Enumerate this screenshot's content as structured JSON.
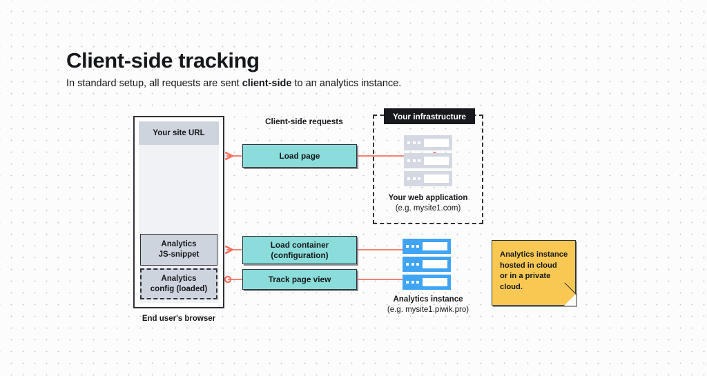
{
  "page": {
    "title": "Client-side tracking",
    "subtitle_prefix": "In standard setup, all requests are sent ",
    "subtitle_emphasis": "client-side",
    "subtitle_suffix": " to an analytics instance."
  },
  "colors": {
    "background": "#fcfcfc",
    "dot_grid": "#c9c9c9",
    "ink": "#15171a",
    "teal_box": "#8bdddb",
    "arrow_red": "#f4705f",
    "server_gray": "#d3d8e2",
    "server_blue": "#3fa4f4",
    "sticky_yellow": "#f9c853",
    "browser_chrome": "#ced4dd",
    "browser_viewport": "#f0f2f6",
    "badge_black": "#17191c"
  },
  "browser": {
    "site_url_label": "Your site URL",
    "js_snippet": {
      "line1": "Analytics",
      "line2": "JS-snippet"
    },
    "config_loaded": {
      "line1": "Analytics",
      "line2": "config (loaded)"
    },
    "caption": "End user's browser"
  },
  "flow": {
    "requests_label": "Client-side requests",
    "boxes": [
      {
        "id": "load-page",
        "line1": "Load page",
        "line2": ""
      },
      {
        "id": "load-container",
        "line1": "Load container",
        "line2": "(configuration)"
      },
      {
        "id": "track-page-view",
        "line1": "Track page view",
        "line2": ""
      }
    ]
  },
  "infrastructure": {
    "badge": "Your infrastructure",
    "web_application": {
      "title": "Your web application",
      "example": "(e.g. mysite1.com)",
      "server_count": 3
    }
  },
  "analytics": {
    "title": "Analytics instance",
    "example": "(e.g. mysite1.piwik.pro)",
    "server_count": 3
  },
  "sticky_note": {
    "line1": "Analytics instance",
    "line2": "hosted in cloud",
    "line3": "or in a private cloud."
  }
}
